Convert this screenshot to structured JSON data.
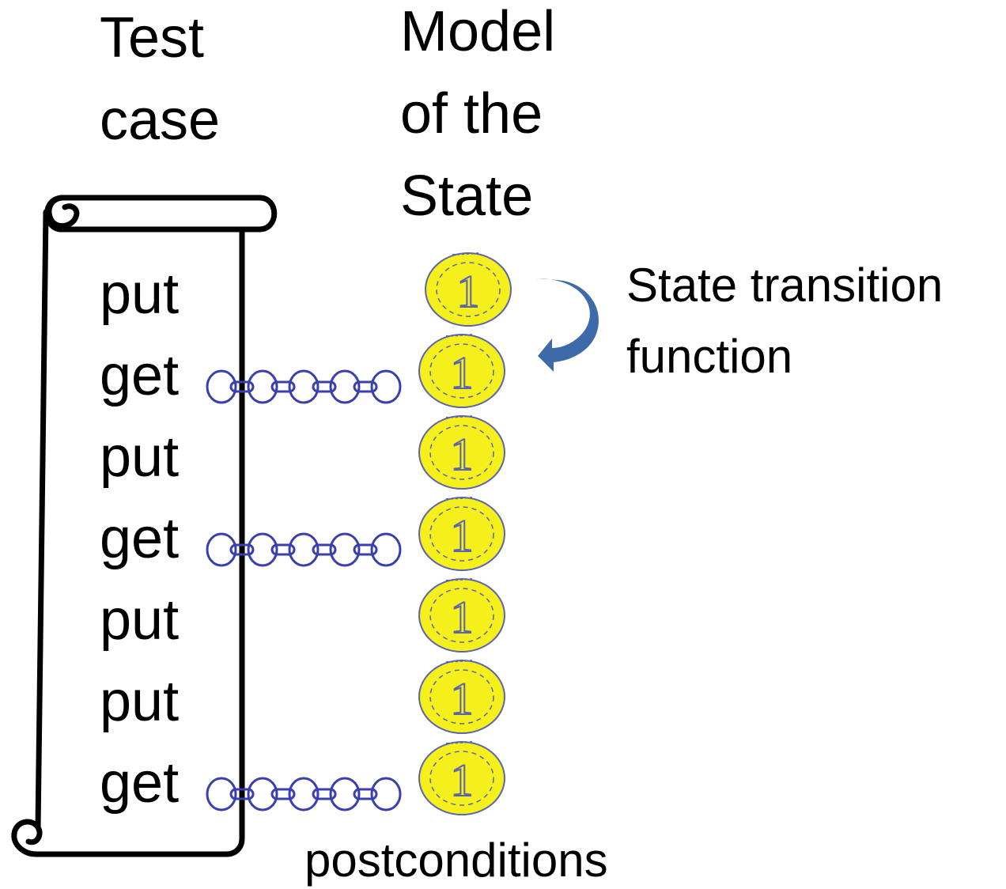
{
  "test_case": {
    "title": "Test\ncase",
    "steps": [
      {
        "label": "put",
        "has_postcondition": false
      },
      {
        "label": "get",
        "has_postcondition": true
      },
      {
        "label": "put",
        "has_postcondition": false
      },
      {
        "label": "get",
        "has_postcondition": true
      },
      {
        "label": "put",
        "has_postcondition": false
      },
      {
        "label": "put",
        "has_postcondition": false
      },
      {
        "label": "get",
        "has_postcondition": true
      }
    ]
  },
  "model": {
    "title": "Model\nof the\nState",
    "coin_label": "1",
    "coin_count": 7,
    "coin_color": "#f5ef1c",
    "coin_outline": "#5b64b0"
  },
  "transition": {
    "label": "State transition\nfunction",
    "arrow_color": "#3d6aa8"
  },
  "postconditions": {
    "label": "postconditions",
    "chain_color": "#3a3fb0"
  }
}
